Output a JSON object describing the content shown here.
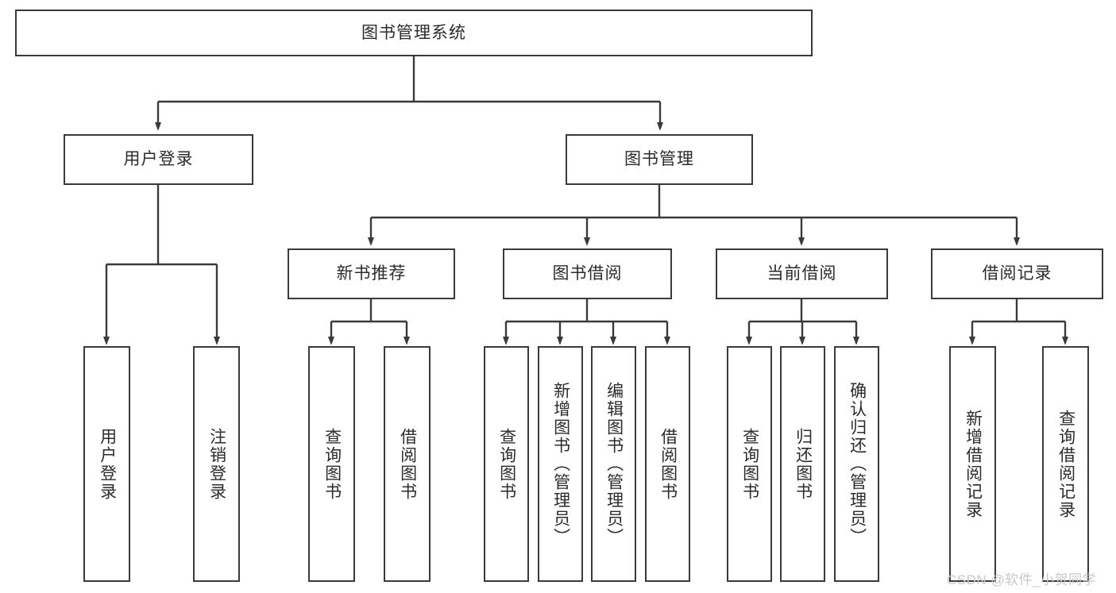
{
  "diagram": {
    "type": "tree-hierarchy-chart",
    "title": "图书管理系统",
    "watermark": "CSDN @软件_小贺同学",
    "colors": {
      "border": "#3a3a3a",
      "background": "#ffffff",
      "text": "#2b2b2b",
      "watermark": "#c9c9c9"
    },
    "levels": [
      {
        "level": 1,
        "nodes": [
          {
            "id": "root",
            "label": "图书管理系统",
            "orientation": "horizontal"
          }
        ]
      },
      {
        "level": 2,
        "nodes": [
          {
            "id": "login",
            "label": "用户登录",
            "orientation": "horizontal",
            "parent": "root"
          },
          {
            "id": "bookmgmt",
            "label": "图书管理",
            "orientation": "horizontal",
            "parent": "root"
          }
        ]
      },
      {
        "level": 3,
        "nodes": [
          {
            "id": "newbook",
            "label": "新书推荐",
            "orientation": "horizontal",
            "parent": "bookmgmt"
          },
          {
            "id": "borrow",
            "label": "图书借阅",
            "orientation": "horizontal",
            "parent": "bookmgmt"
          },
          {
            "id": "current",
            "label": "当前借阅",
            "orientation": "horizontal",
            "parent": "bookmgmt"
          },
          {
            "id": "records",
            "label": "借阅记录",
            "orientation": "horizontal",
            "parent": "bookmgmt"
          }
        ]
      },
      {
        "level": 4,
        "nodes": [
          {
            "id": "leaf1",
            "label": "用户登录",
            "orientation": "vertical",
            "parent": "login"
          },
          {
            "id": "leaf2",
            "label": "注销登录",
            "orientation": "vertical",
            "parent": "login"
          },
          {
            "id": "leaf3",
            "label": "查询图书",
            "orientation": "vertical",
            "parent": "newbook"
          },
          {
            "id": "leaf4",
            "label": "借阅图书",
            "orientation": "vertical",
            "parent": "newbook"
          },
          {
            "id": "leaf5",
            "label": "查询图书",
            "orientation": "vertical",
            "parent": "borrow"
          },
          {
            "id": "leaf6",
            "label": "新增图书（管理员）",
            "orientation": "vertical",
            "parent": "borrow"
          },
          {
            "id": "leaf7",
            "label": "编辑图书（管理员）",
            "orientation": "vertical",
            "parent": "borrow"
          },
          {
            "id": "leaf8",
            "label": "借阅图书",
            "orientation": "vertical",
            "parent": "borrow"
          },
          {
            "id": "leaf9",
            "label": "查询图书",
            "orientation": "vertical",
            "parent": "current"
          },
          {
            "id": "leaf10",
            "label": "归还图书",
            "orientation": "vertical",
            "parent": "current"
          },
          {
            "id": "leaf11",
            "label": "确认归还（管理员）",
            "orientation": "vertical",
            "parent": "current"
          },
          {
            "id": "leaf12",
            "label": "新增借阅记录",
            "orientation": "vertical",
            "parent": "records"
          },
          {
            "id": "leaf13",
            "label": "查询借阅记录",
            "orientation": "vertical",
            "parent": "records"
          }
        ]
      }
    ]
  }
}
